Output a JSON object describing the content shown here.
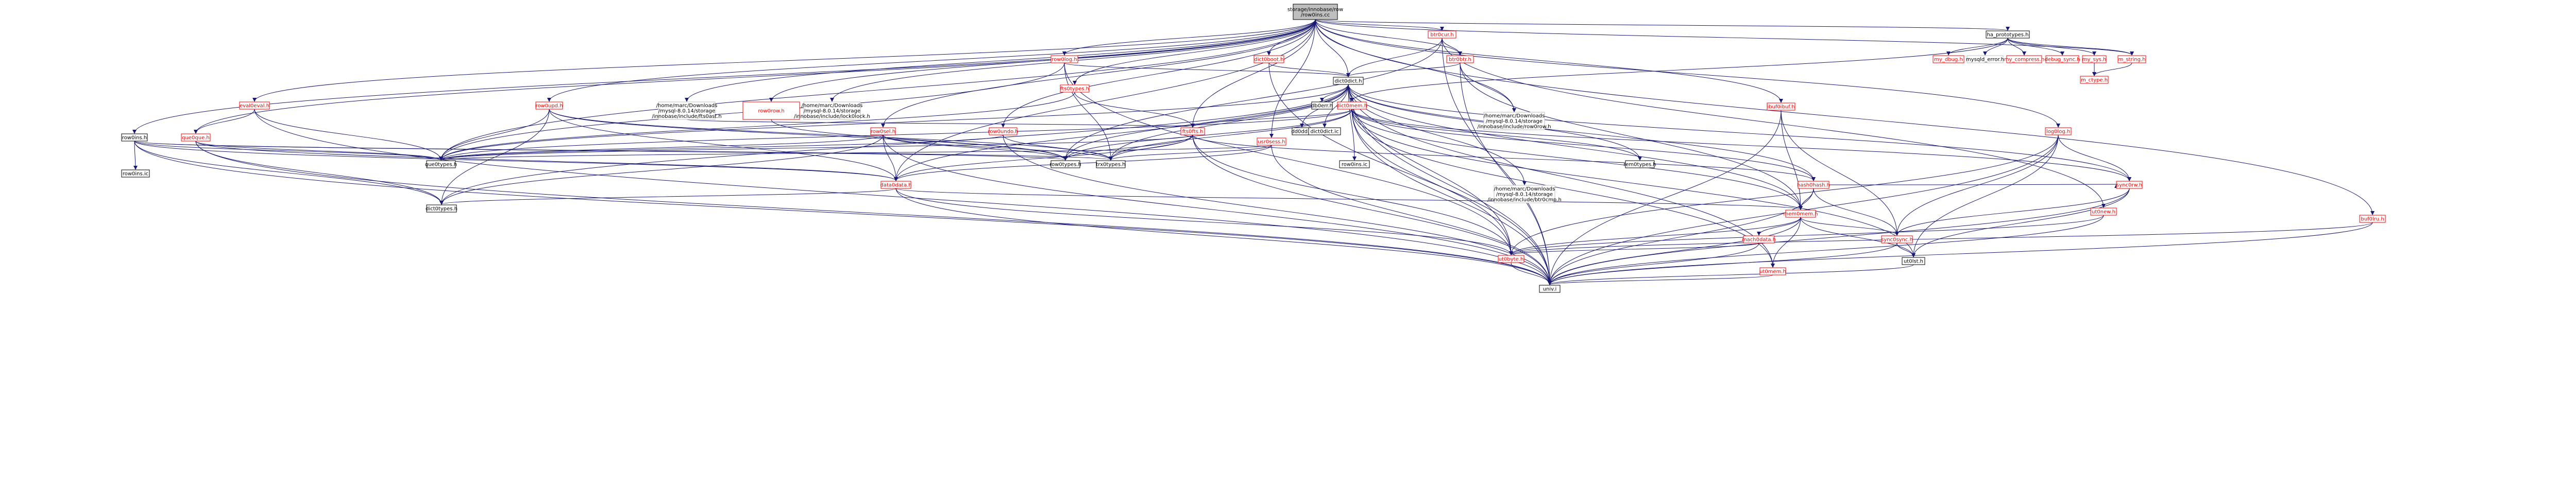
{
  "graph": {
    "root": "storage/innobase/row/row0ins.cc",
    "nodes": [
      {
        "id": "root",
        "lines": [
          "storage/innobase/row",
          "/row0ins.cc"
        ],
        "kind": "root"
      },
      {
        "id": "ha_prototypes",
        "lines": [
          "ha_prototypes.h"
        ],
        "kind": "doc"
      },
      {
        "id": "my_dbug",
        "lines": [
          "my_dbug.h"
        ],
        "kind": "red"
      },
      {
        "id": "mysqld_error",
        "lines": [
          "mysqld_error.h"
        ],
        "kind": "ext"
      },
      {
        "id": "my_compress",
        "lines": [
          "my_compress.h"
        ],
        "kind": "red"
      },
      {
        "id": "debug_sync",
        "lines": [
          "debug_sync.h"
        ],
        "kind": "red"
      },
      {
        "id": "my_sys",
        "lines": [
          "my_sys.h"
        ],
        "kind": "red"
      },
      {
        "id": "m_ctype",
        "lines": [
          "m_ctype.h"
        ],
        "kind": "red"
      },
      {
        "id": "m_string",
        "lines": [
          "m_string.h"
        ],
        "kind": "red"
      },
      {
        "id": "btr0cur",
        "lines": [
          "btr0cur.h"
        ],
        "kind": "red"
      },
      {
        "id": "btr0btr",
        "lines": [
          "btr0btr.h"
        ],
        "kind": "red"
      },
      {
        "id": "dict0dict",
        "lines": [
          "dict0dict.h"
        ],
        "kind": "doc"
      },
      {
        "id": "dict0boot",
        "lines": [
          "dict0boot.h"
        ],
        "kind": "red"
      },
      {
        "id": "row0log",
        "lines": [
          "row0log.h"
        ],
        "kind": "red"
      },
      {
        "id": "fts0types",
        "lines": [
          "fts0types.h"
        ],
        "kind": "red"
      },
      {
        "id": "eval0eval",
        "lines": [
          "eval0eval.h"
        ],
        "kind": "red"
      },
      {
        "id": "row0upd",
        "lines": [
          "row0upd.h"
        ],
        "kind": "red"
      },
      {
        "id": "row0ins",
        "lines": [
          "row0ins.h"
        ],
        "kind": "doc"
      },
      {
        "id": "dict0mem",
        "lines": [
          "dict0mem.h"
        ],
        "kind": "red"
      },
      {
        "id": "dd0dd",
        "lines": [
          "dd0dd.h"
        ],
        "kind": "doc"
      },
      {
        "id": "dict0dict_ic",
        "lines": [
          "dict0dict.ic"
        ],
        "kind": "doc"
      },
      {
        "id": "fts0ast",
        "lines": [
          "/home/marc/Downloads",
          "/mysql-8.0.14/storage",
          "/innobase/include/fts0ast.h"
        ],
        "kind": "ext"
      },
      {
        "id": "row0row",
        "lines": [
          "row0row.h"
        ],
        "kind": "red"
      },
      {
        "id": "lock_inc",
        "lines": [
          "/home/marc/Downloads",
          "/mysql-8.0.14/storage",
          "/innobase/include/lock0lock.h"
        ],
        "kind": "ext"
      },
      {
        "id": "row0mysql_inc",
        "lines": [
          "/home/marc/Downloads",
          "/mysql-8.0.14/storage",
          "/innobase/include/row0row.h"
        ],
        "kind": "ext"
      },
      {
        "id": "row0ins_ic",
        "lines": [
          "row0ins.ic"
        ],
        "kind": "doc"
      },
      {
        "id": "que0que",
        "lines": [
          "que0que.h"
        ],
        "kind": "red"
      },
      {
        "id": "row0undo",
        "lines": [
          "row0undo.h"
        ],
        "kind": "red"
      },
      {
        "id": "fts0fts",
        "lines": [
          "fts0fts.h"
        ],
        "kind": "red"
      },
      {
        "id": "usr0sess",
        "lines": [
          "usr0sess.h"
        ],
        "kind": "red"
      },
      {
        "id": "row0sel",
        "lines": [
          "row0sel.h"
        ],
        "kind": "red"
      },
      {
        "id": "que0types",
        "lines": [
          "que0types.h"
        ],
        "kind": "doc"
      },
      {
        "id": "row0types",
        "lines": [
          "row0types.h"
        ],
        "kind": "doc"
      },
      {
        "id": "trx0types",
        "lines": [
          "trx0types.h"
        ],
        "kind": "doc"
      },
      {
        "id": "rem0types",
        "lines": [
          "rem0types.h"
        ],
        "kind": "doc"
      },
      {
        "id": "data0data",
        "lines": [
          "data0data.h"
        ],
        "kind": "red"
      },
      {
        "id": "hash0hash",
        "lines": [
          "hash0hash.h"
        ],
        "kind": "red"
      },
      {
        "id": "dict0types",
        "lines": [
          "dict0types.h"
        ],
        "kind": "doc"
      },
      {
        "id": "ibuf0ibuf",
        "lines": [
          "ibuf0ibuf.h"
        ],
        "kind": "red"
      },
      {
        "id": "mem0mem",
        "lines": [
          "mem0mem.h"
        ],
        "kind": "red"
      },
      {
        "id": "sync0rw",
        "lines": [
          "sync0rw.h"
        ],
        "kind": "red"
      },
      {
        "id": "ut0new",
        "lines": [
          "ut0new.h"
        ],
        "kind": "red"
      },
      {
        "id": "mach0data",
        "lines": [
          "mach0data.h"
        ],
        "kind": "red"
      },
      {
        "id": "sync0sync",
        "lines": [
          "sync0sync.h"
        ],
        "kind": "red"
      },
      {
        "id": "ut0byte",
        "lines": [
          "ut0byte.h"
        ],
        "kind": "red"
      },
      {
        "id": "ut0mem",
        "lines": [
          "ut0mem.h"
        ],
        "kind": "red"
      },
      {
        "id": "ut0lst",
        "lines": [
          "ut0lst.h"
        ],
        "kind": "doc"
      },
      {
        "id": "univ",
        "lines": [
          "univ.i"
        ],
        "kind": "doc"
      },
      {
        "id": "log0log",
        "lines": [
          "log0log.h"
        ],
        "kind": "red"
      },
      {
        "id": "buf0lru",
        "lines": [
          "buf0lru.h"
        ],
        "kind": "red"
      },
      {
        "id": "db0err",
        "lines": [
          "db0err.h"
        ],
        "kind": "doc"
      },
      {
        "id": "row0ins_c2",
        "lines": [
          "row0ins.ic"
        ],
        "kind": "doc"
      },
      {
        "id": "fts0ast_inc",
        "lines": [
          "/home/marc/Downloads",
          "/mysql-8.0.14/storage",
          "/innobase/include/btr0cmp.h"
        ],
        "kind": "ext"
      }
    ]
  },
  "colors": {
    "edge": "#191970",
    "node_border": "#000000",
    "red_border": "#ff0000",
    "ext_border": "#bfbfbf",
    "root_fill": "#bfbfbf",
    "node_fill": "#ffffff",
    "red_text": "#ff0000",
    "text": "#000000"
  }
}
